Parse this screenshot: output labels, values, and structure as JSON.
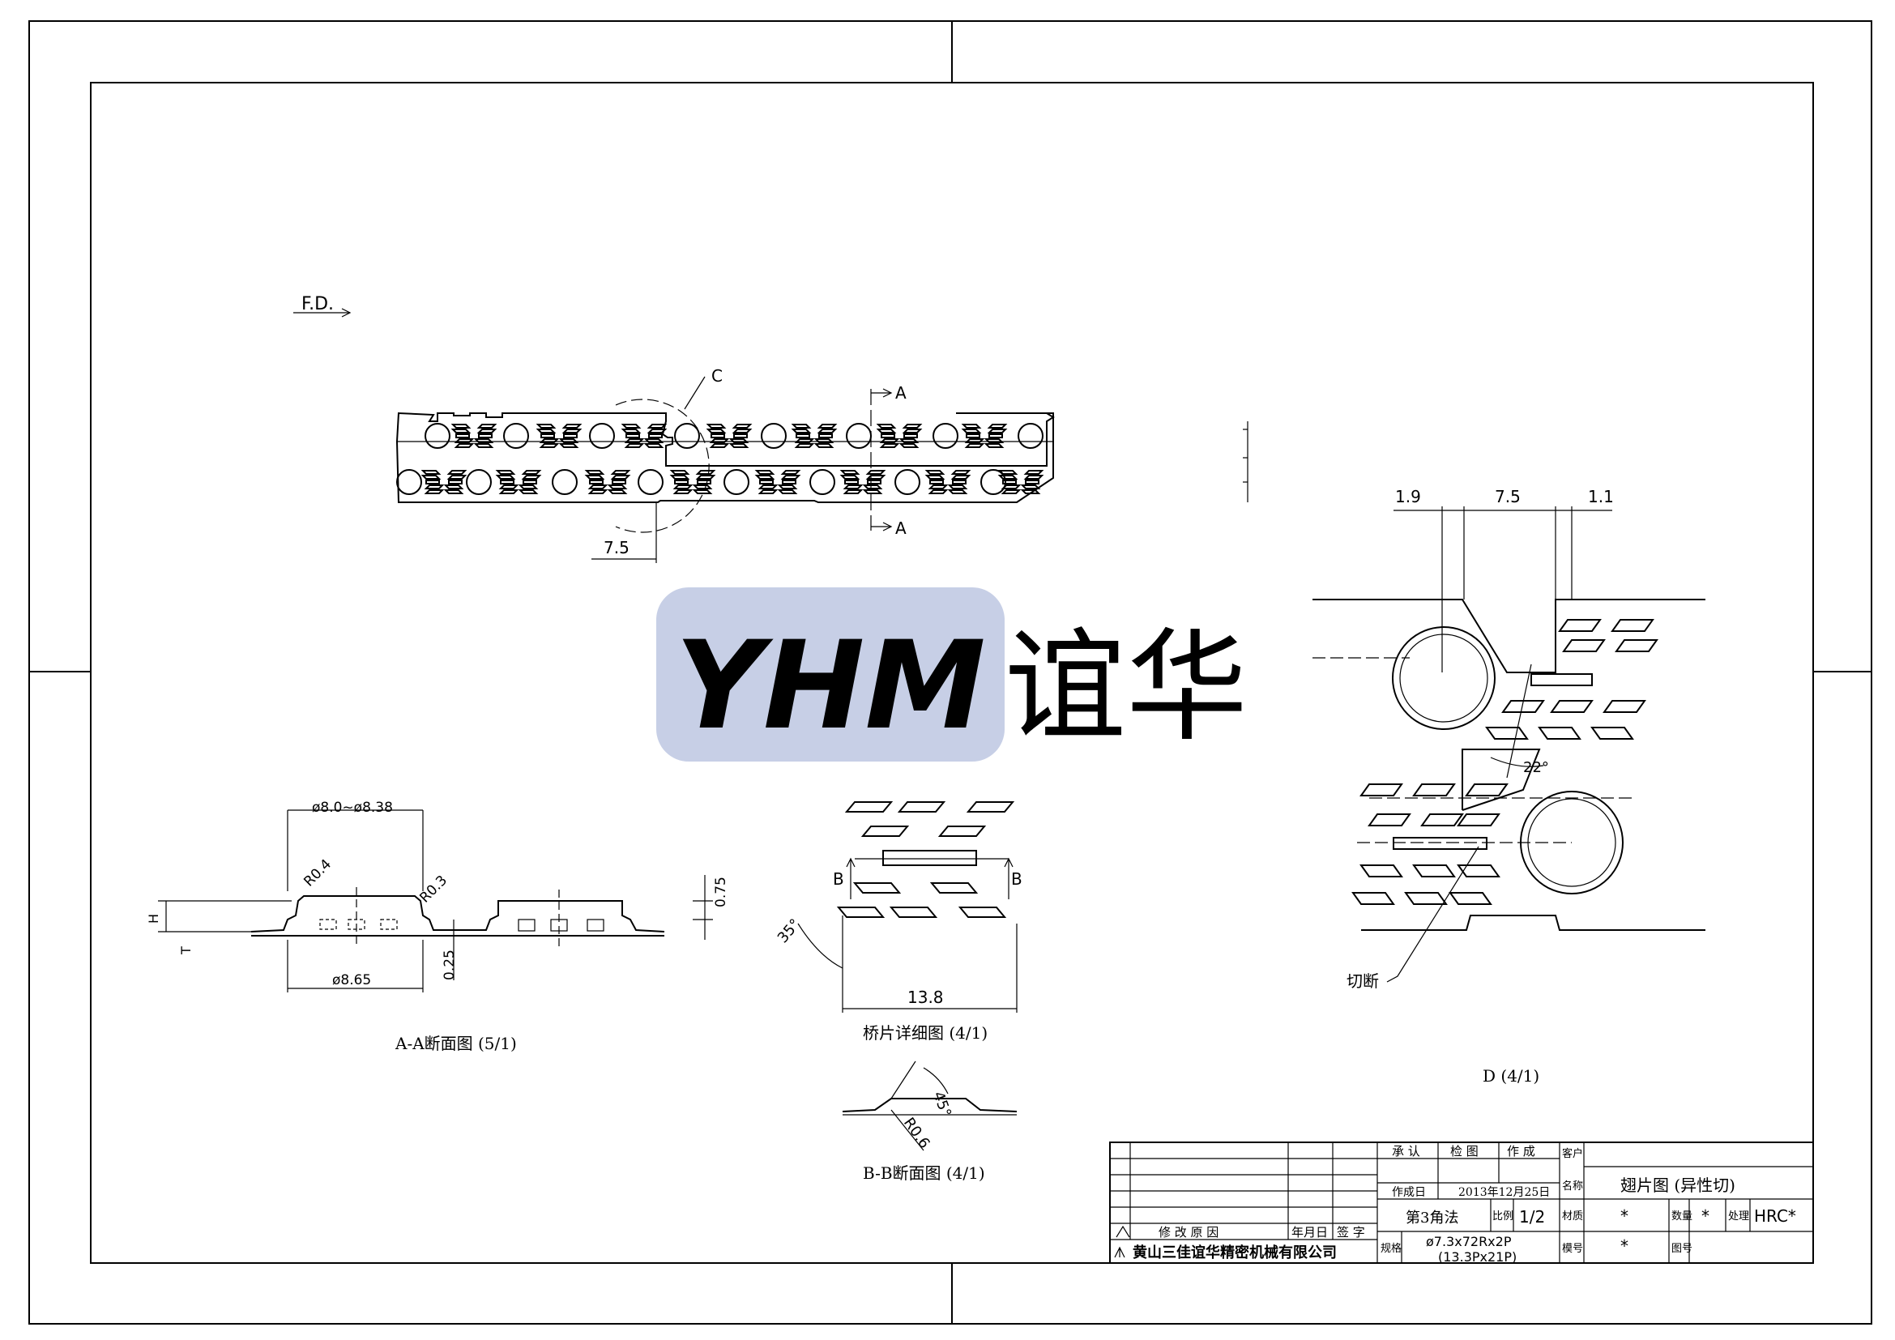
{
  "watermark": {
    "logo_text": "YHM",
    "brand_text": "谊华",
    "color": "#c7cfe6"
  },
  "main_view": {
    "fd_label": "F.D.",
    "detail_label": "C",
    "section_label": "A",
    "pitch_dim": "7.5"
  },
  "section_aa": {
    "dims": {
      "bore": "ø8.0~ø8.38",
      "base": "ø8.65",
      "r_top": "R0.4",
      "r_side": "R0.3",
      "height": "0.75",
      "thickness": "0.25",
      "h_label": "H",
      "t_label": "T"
    },
    "caption": "A-A断面图 (5/1)"
  },
  "bridge_detail": {
    "angle": "35°",
    "width": "13.8",
    "section_label": "B",
    "caption": "桥片详细图 (4/1)"
  },
  "section_bb": {
    "angle": "45°",
    "radius": "R0.6",
    "caption": "B-B断面图 (4/1)"
  },
  "detail_d": {
    "dims": [
      "1.9",
      "7.5",
      "1.1"
    ],
    "angle": "22°",
    "cut_label": "切断",
    "caption": "D (4/1)"
  },
  "title_block": {
    "rev_headers": {
      "reason": "修 改 原 因",
      "date": "年月日",
      "sign": "签 字"
    },
    "company": "黄山三佳谊华精密机械有限公司",
    "approve_headers": [
      "承 认",
      "检 图",
      "作 成"
    ],
    "created_label": "作成日",
    "created_date": "2013年12月25日",
    "projection": "第3角法",
    "scale_label": "比例",
    "scale": "1/2",
    "spec_label": "规格",
    "spec_line1": "ø7.3x72Rx2P",
    "spec_line2": "(13.3Px21P)",
    "customer_label": "客户",
    "name_label": "名称",
    "drawing_name": "翅片图 (异性切)",
    "material_label": "材质",
    "material_value": "*",
    "quantity_label": "数量",
    "quantity_value": "*",
    "treatment_label": "处理",
    "treatment_value": "HRC*",
    "model_label": "模号",
    "model_value": "*",
    "drawing_no_label": "图号"
  }
}
